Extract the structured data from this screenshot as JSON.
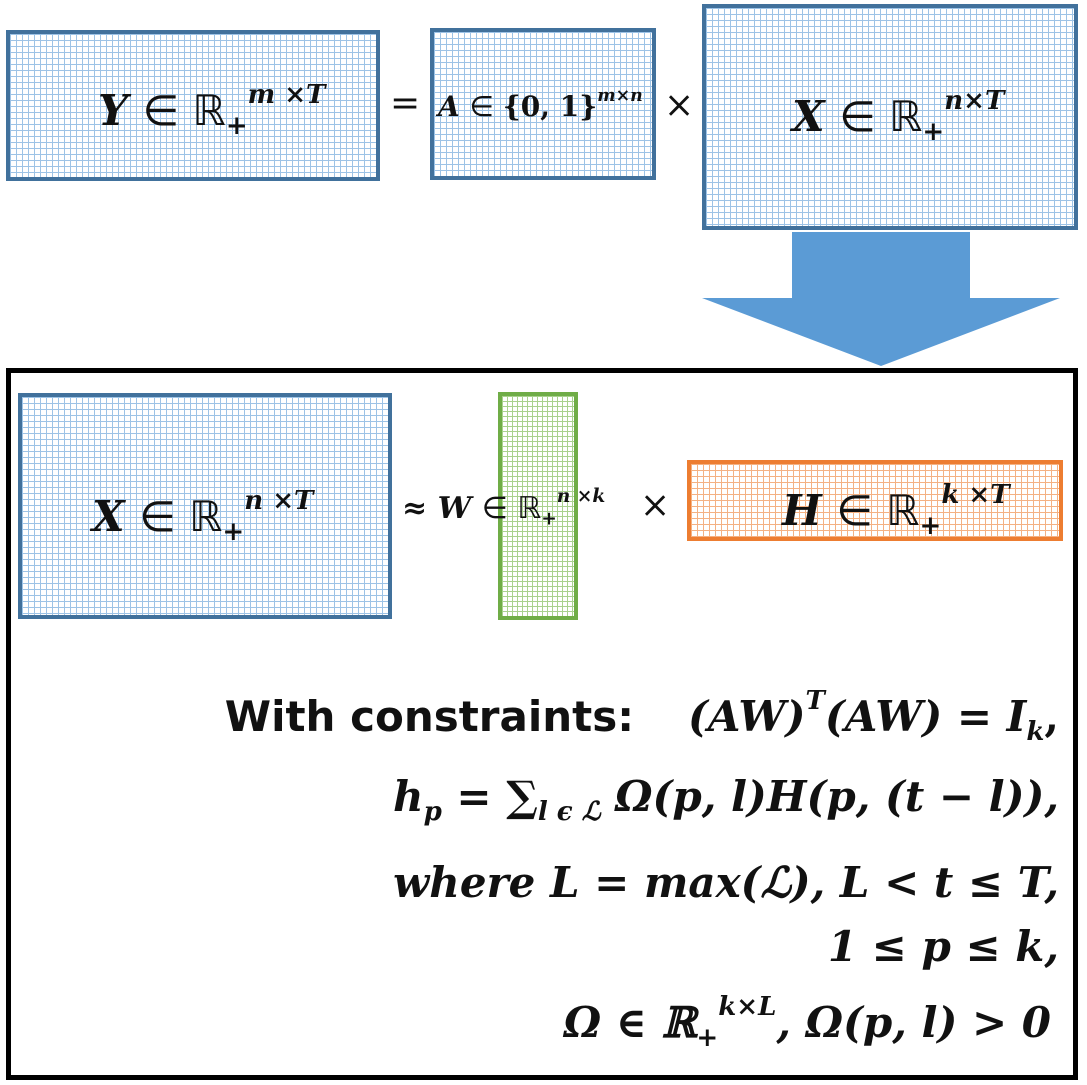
{
  "equation_top": {
    "Y": "Y",
    "Y_in": "∈ ",
    "Y_set": "ℝ",
    "Y_sub": "+",
    "Y_sup": "m ×T",
    "equals": "=",
    "A": "A",
    "A_in": "∈ ",
    "A_set": "{0, 1}",
    "A_sup": "m×n",
    "times": "×",
    "X": "X",
    "X_in": "∈  ",
    "X_set": "ℝ",
    "X_sub": "+",
    "X_sup": "n×T"
  },
  "equation_bottom": {
    "X": "X",
    "X_in": "∈ ",
    "X_set": "ℝ",
    "X_sub": "+",
    "X_sup": "n ×T",
    "approx": "≈",
    "W": "W",
    "W_in": "∈  ",
    "W_set": "ℝ",
    "W_sub": "+",
    "W_sup": "n ×k",
    "times": "×",
    "H": "H",
    "H_in": "∈  ",
    "H_set": "ℝ",
    "H_sub": "+",
    "H_sup": "k ×T"
  },
  "constraints": {
    "heading": "With constraints:",
    "line1": "(AW)",
    "line1_sup": "T",
    "line1_rest": "(AW) = I",
    "line1_sub": "k",
    "line1_end": ",",
    "line2_h": "h",
    "line2_hsub": "p",
    "line2_eq": " =  ∑",
    "line2_sumsub": "l ϵ ℒ",
    "line2_rest": " Ω(p, l)H(p, (t − l)),",
    "line3": "where L = max(ℒ), L < t ≤ T,",
    "line4": "1 ≤ p ≤ k,",
    "line5_a": "Ω ∈ ℝ",
    "line5_sub": "+",
    "line5_sup": "k×L",
    "line5_b": ", Ω(p, l) > 0"
  },
  "colors": {
    "blue_border": "#41719c",
    "blue_grid": "#9dc3e6",
    "green_border": "#70ad47",
    "orange_border": "#ed7d31",
    "arrow_fill": "#5b9bd5"
  }
}
